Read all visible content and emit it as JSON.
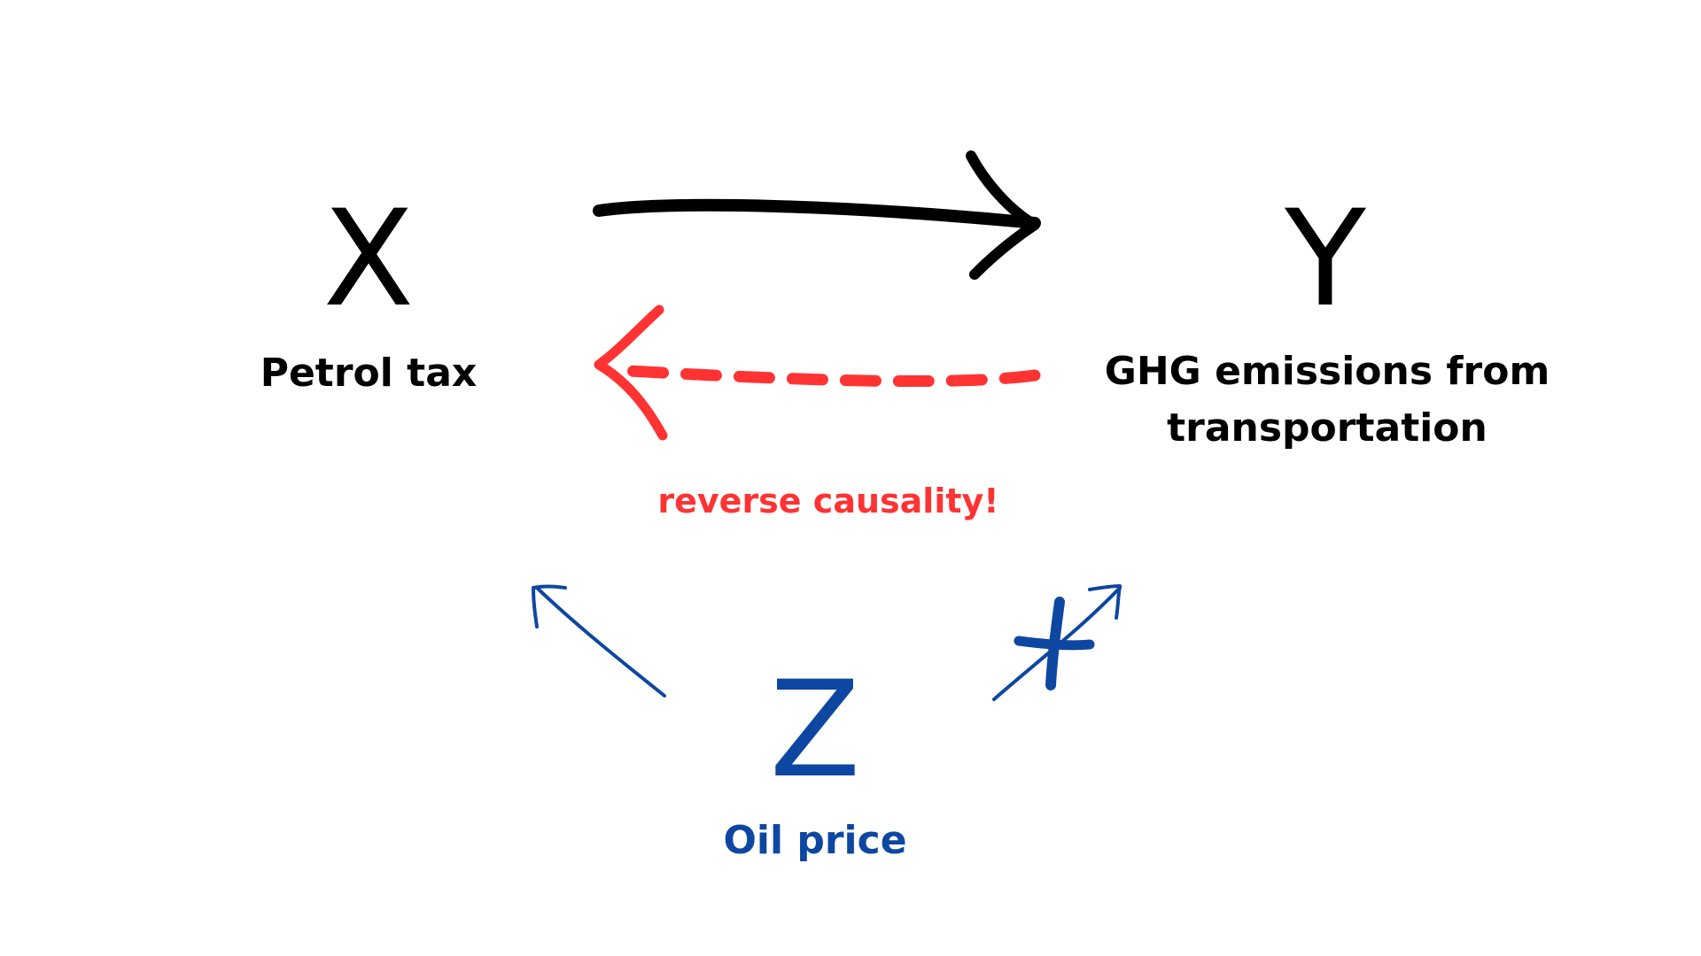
{
  "nodes": {
    "x": {
      "letter": "X",
      "label": "Petrol tax"
    },
    "y": {
      "letter": "Y",
      "label_line1": "GHG emissions from",
      "label_line2": "transportation"
    },
    "z": {
      "letter": "Z",
      "label": "Oil price"
    }
  },
  "annotations": {
    "reverse": "reverse causality!"
  },
  "colors": {
    "main": "#000000",
    "reverse": "#ff3333",
    "confounder": "#0d47a1"
  }
}
